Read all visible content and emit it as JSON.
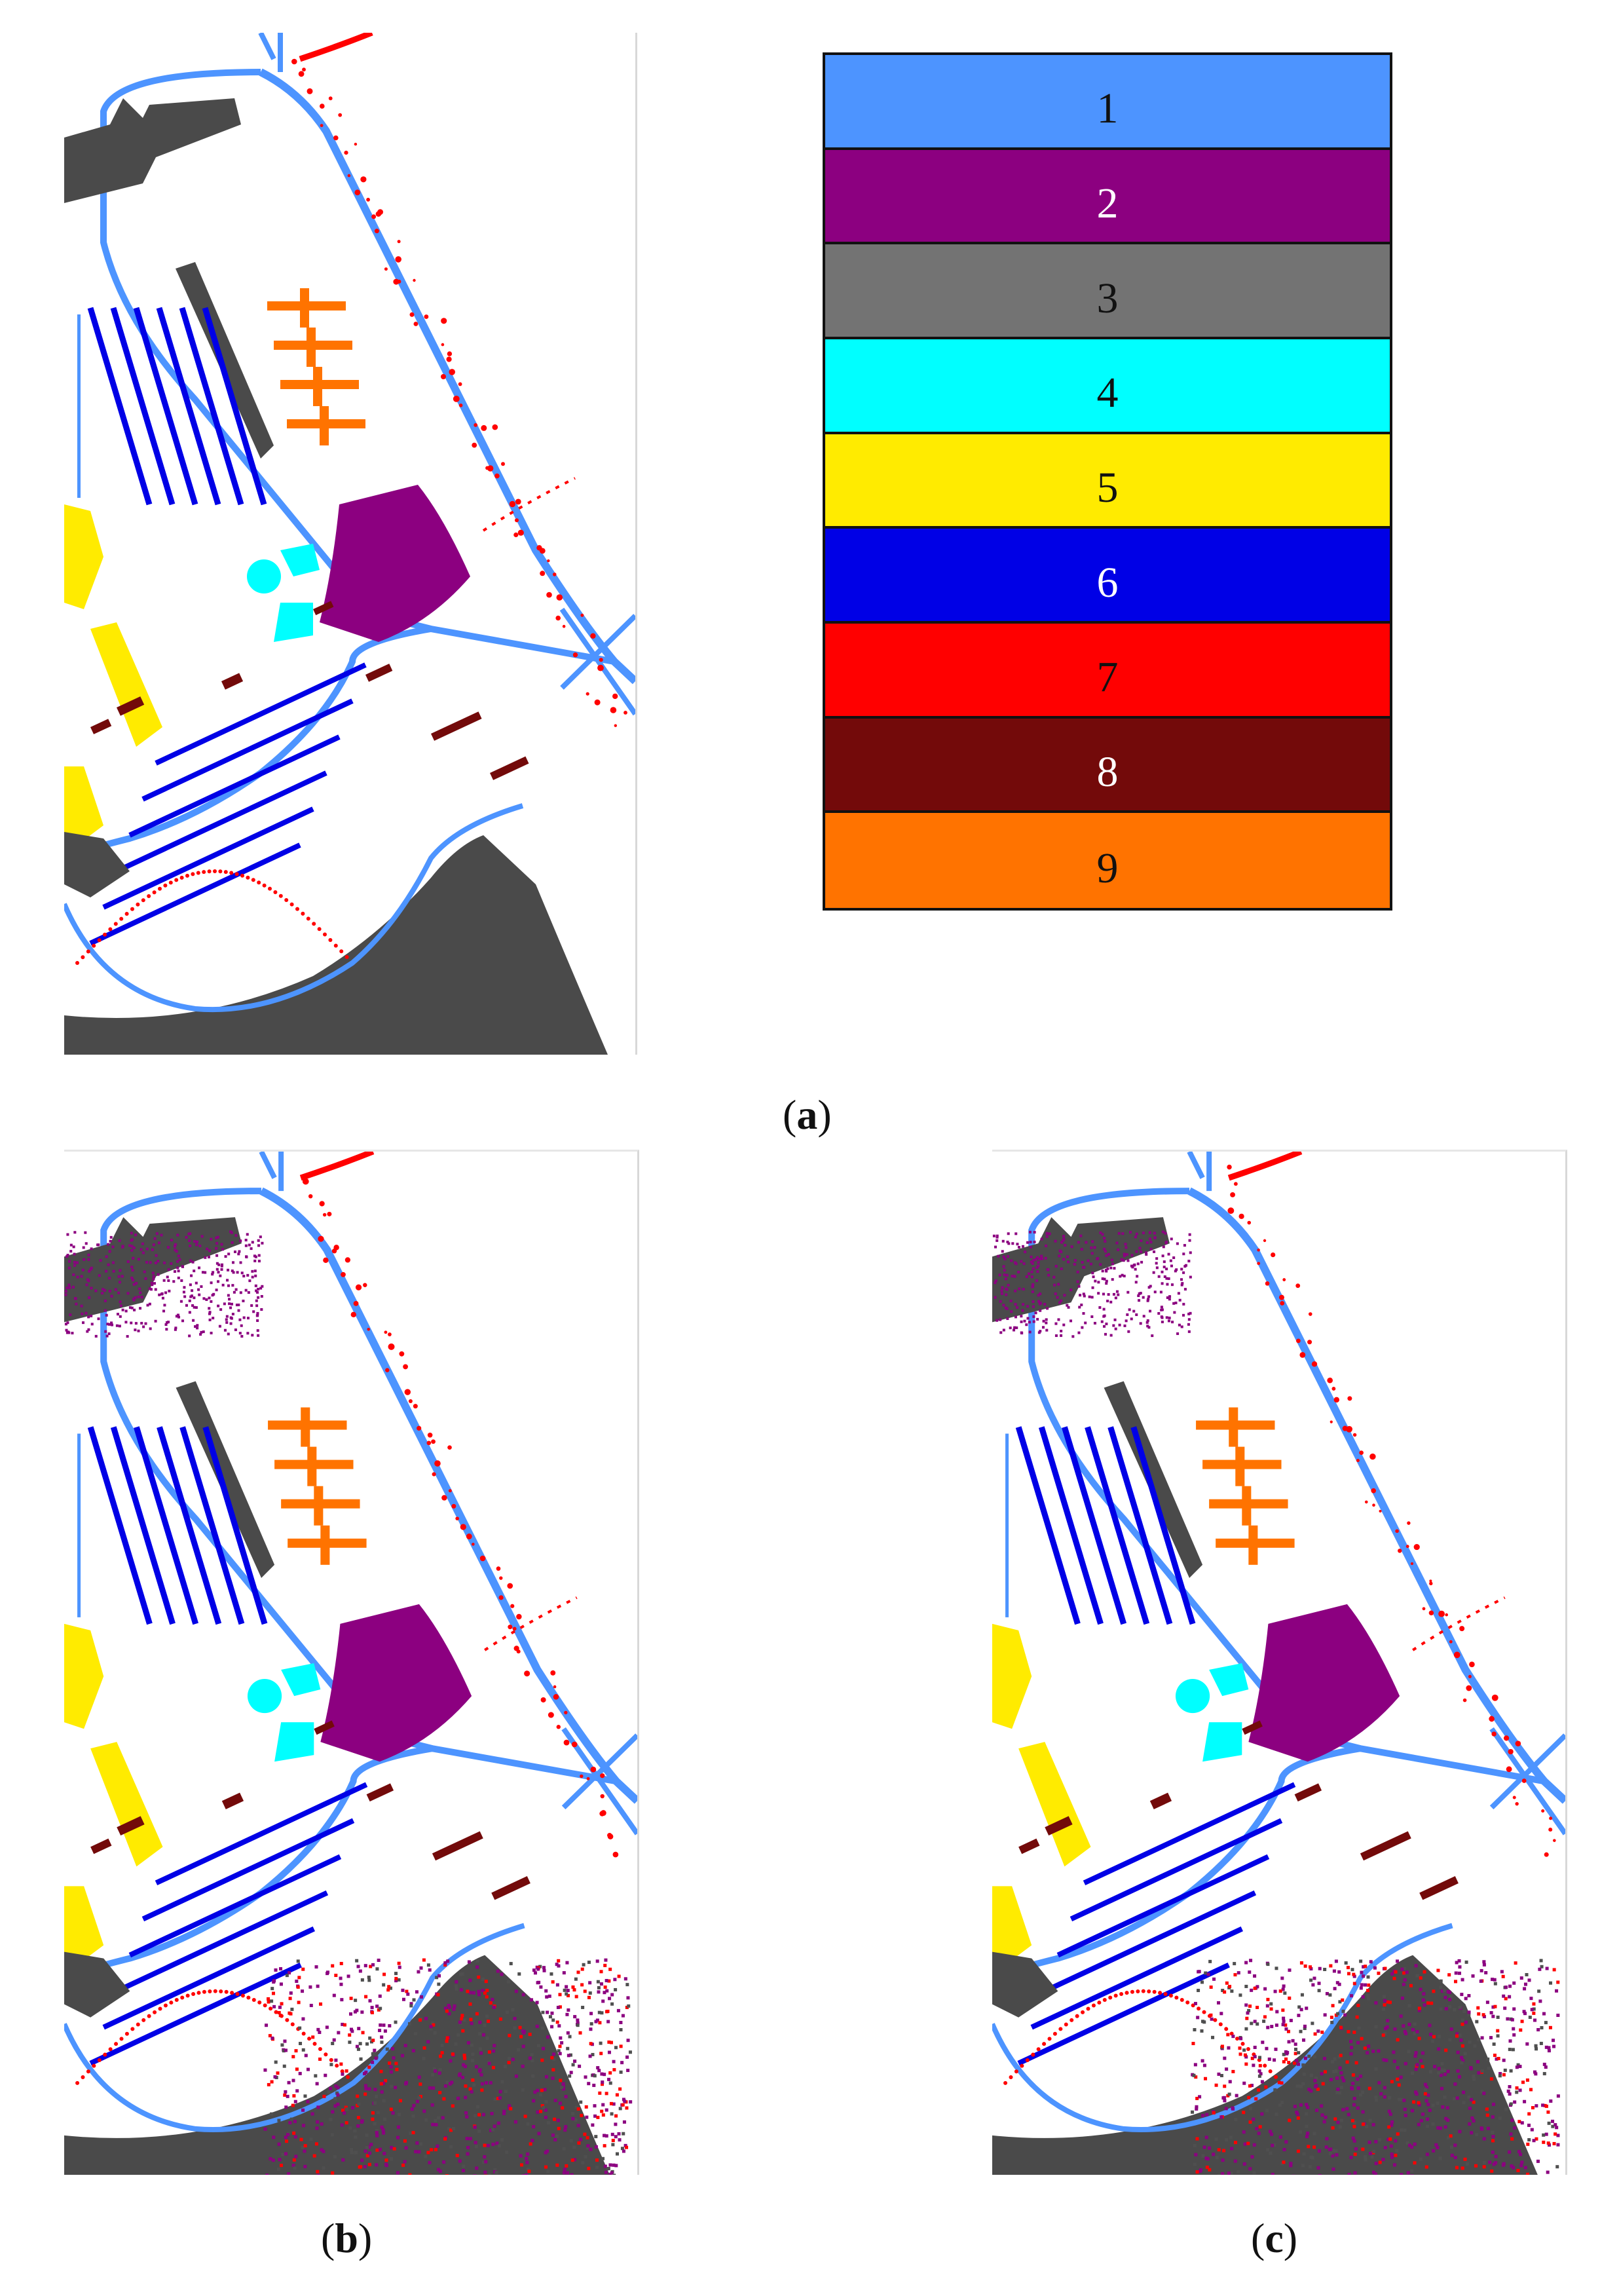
{
  "legend": {
    "classes": [
      {
        "label": "1",
        "color": "#4d94ff",
        "text_color": "#111111"
      },
      {
        "label": "2",
        "color": "#8c0080",
        "text_color": "#ffffff"
      },
      {
        "label": "3",
        "color": "#737373",
        "text_color": "#111111"
      },
      {
        "label": "4",
        "color": "#00ffff",
        "text_color": "#111111"
      },
      {
        "label": "5",
        "color": "#ffeb00",
        "text_color": "#111111"
      },
      {
        "label": "6",
        "color": "#0000e6",
        "text_color": "#ffffff"
      },
      {
        "label": "7",
        "color": "#ff0000",
        "text_color": "#111111"
      },
      {
        "label": "8",
        "color": "#730a0a",
        "text_color": "#ffffff"
      },
      {
        "label": "9",
        "color": "#ff7300",
        "text_color": "#111111"
      }
    ]
  },
  "captions": {
    "a": {
      "open": "(",
      "letter": "a",
      "close": ")"
    },
    "b": {
      "open": "(",
      "letter": "b",
      "close": ")"
    },
    "c": {
      "open": "(",
      "letter": "c",
      "close": ")"
    }
  },
  "colors": {
    "road": "#4d94ff",
    "building_dark": "#4a4a4a",
    "purple": "#8c0080",
    "gray": "#4f4f4f",
    "cyan": "#00ffff",
    "yellow": "#ffeb00",
    "blue": "#0000e6",
    "red": "#ff0000",
    "brown": "#730a0a",
    "orange": "#ff7300"
  },
  "panels": [
    {
      "id": "a",
      "noise": false
    },
    {
      "id": "b",
      "noise": true
    },
    {
      "id": "c",
      "noise": true
    }
  ]
}
